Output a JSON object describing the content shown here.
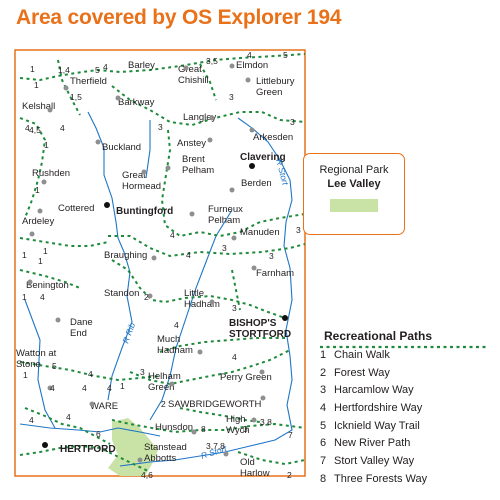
{
  "title": "Area covered by OS Explorer 194",
  "places": [
    {
      "id": "barley",
      "label": "Barley"
    },
    {
      "id": "great-chishill",
      "label": "Great\nChishill"
    },
    {
      "id": "elmdon",
      "label": "Elmdon"
    },
    {
      "id": "littlebury-green",
      "label": "Littlebury\nGreen"
    },
    {
      "id": "therfield",
      "label": "Therfield"
    },
    {
      "id": "kelshall",
      "label": "Kelshall"
    },
    {
      "id": "barkway",
      "label": "Barkway"
    },
    {
      "id": "langley",
      "label": "Langley"
    },
    {
      "id": "arkesden",
      "label": "Arkesden"
    },
    {
      "id": "buckland",
      "label": "Buckland"
    },
    {
      "id": "anstey",
      "label": "Anstey"
    },
    {
      "id": "clavering",
      "label": "Clavering",
      "bold": true
    },
    {
      "id": "rushden",
      "label": "Rushden"
    },
    {
      "id": "brent-pelham",
      "label": "Brent\nPelham"
    },
    {
      "id": "great-hormead",
      "label": "Great\nHormead"
    },
    {
      "id": "berden",
      "label": "Berden"
    },
    {
      "id": "cottered",
      "label": "Cottered"
    },
    {
      "id": "ardeley",
      "label": "Ardeley"
    },
    {
      "id": "buntingford",
      "label": "Buntingford",
      "bold": true
    },
    {
      "id": "furneux-pelham",
      "label": "Furneux\nPelham"
    },
    {
      "id": "manuden",
      "label": "Manuden"
    },
    {
      "id": "braughing",
      "label": "Braughing"
    },
    {
      "id": "farnham",
      "label": "Farnham"
    },
    {
      "id": "benington",
      "label": "Benington"
    },
    {
      "id": "standon",
      "label": "Standon"
    },
    {
      "id": "little-hadham",
      "label": "Little\nHadham"
    },
    {
      "id": "dane-end",
      "label": "Dane\nEnd"
    },
    {
      "id": "bishops-stortford",
      "label": "BISHOP'S\nSTORTFORD",
      "bold": true
    },
    {
      "id": "much-hadham",
      "label": "Much\nHadham"
    },
    {
      "id": "watton-at-stone",
      "label": "Watton at\nStone"
    },
    {
      "id": "perry-green",
      "label": "Perry Green"
    },
    {
      "id": "helham-green",
      "label": "Helham\nGreen"
    },
    {
      "id": "sawbridgeworth",
      "label": "SAWBRIDGEWORTH"
    },
    {
      "id": "ware",
      "label": "WARE"
    },
    {
      "id": "high-wych",
      "label": "High\nWych"
    },
    {
      "id": "hunsdon",
      "label": "Hunsdon"
    },
    {
      "id": "hertford",
      "label": "HERTFORD",
      "bold": true
    },
    {
      "id": "stanstead-abbotts",
      "label": "Stanstead\nAbbotts"
    },
    {
      "id": "old-harlow",
      "label": "Old\nHarlow"
    }
  ],
  "rivers": [
    {
      "id": "stort",
      "label": "R Stort"
    },
    {
      "id": "rib",
      "label": "R Rib"
    },
    {
      "id": "stort-lower",
      "label": "R Stort"
    }
  ],
  "route_numbers": [
    "1",
    "1,4",
    "5",
    "4",
    "3,5",
    "4",
    "5",
    "1",
    "1,5",
    "3",
    "4",
    "3",
    "4,5",
    "4",
    "1",
    "3",
    "1",
    "1",
    "4",
    "3",
    "4",
    "3",
    "3",
    "1",
    "1",
    "1",
    "4",
    "2",
    "4",
    "3",
    "1",
    "4",
    "3",
    "5",
    "4",
    "1",
    "4",
    "4",
    "4",
    "2",
    "4",
    "4",
    "6",
    "3,8",
    "3,7,8",
    "7",
    "4,6",
    "2",
    "8",
    "3"
  ],
  "legend": {
    "regional_park_line1": "Regional Park",
    "regional_park_line2": "Lee Valley",
    "paths_title": "Recreational Paths",
    "paths": [
      {
        "num": "1",
        "name": "Chain Walk"
      },
      {
        "num": "2",
        "name": "Forest Way"
      },
      {
        "num": "3",
        "name": "Harcamlow Way"
      },
      {
        "num": "4",
        "name": "Hertfordshire Way"
      },
      {
        "num": "5",
        "name": "Icknield Way Trail"
      },
      {
        "num": "6",
        "name": "New River Path"
      },
      {
        "num": "7",
        "name": "Stort Valley Way"
      },
      {
        "num": "8",
        "name": "Three Forests Way"
      }
    ]
  },
  "colors": {
    "title": "#e8711a",
    "frame": "#e8711a",
    "path": "#1f8a3c",
    "river": "#1f76c6",
    "park": "#c9e2a6"
  }
}
